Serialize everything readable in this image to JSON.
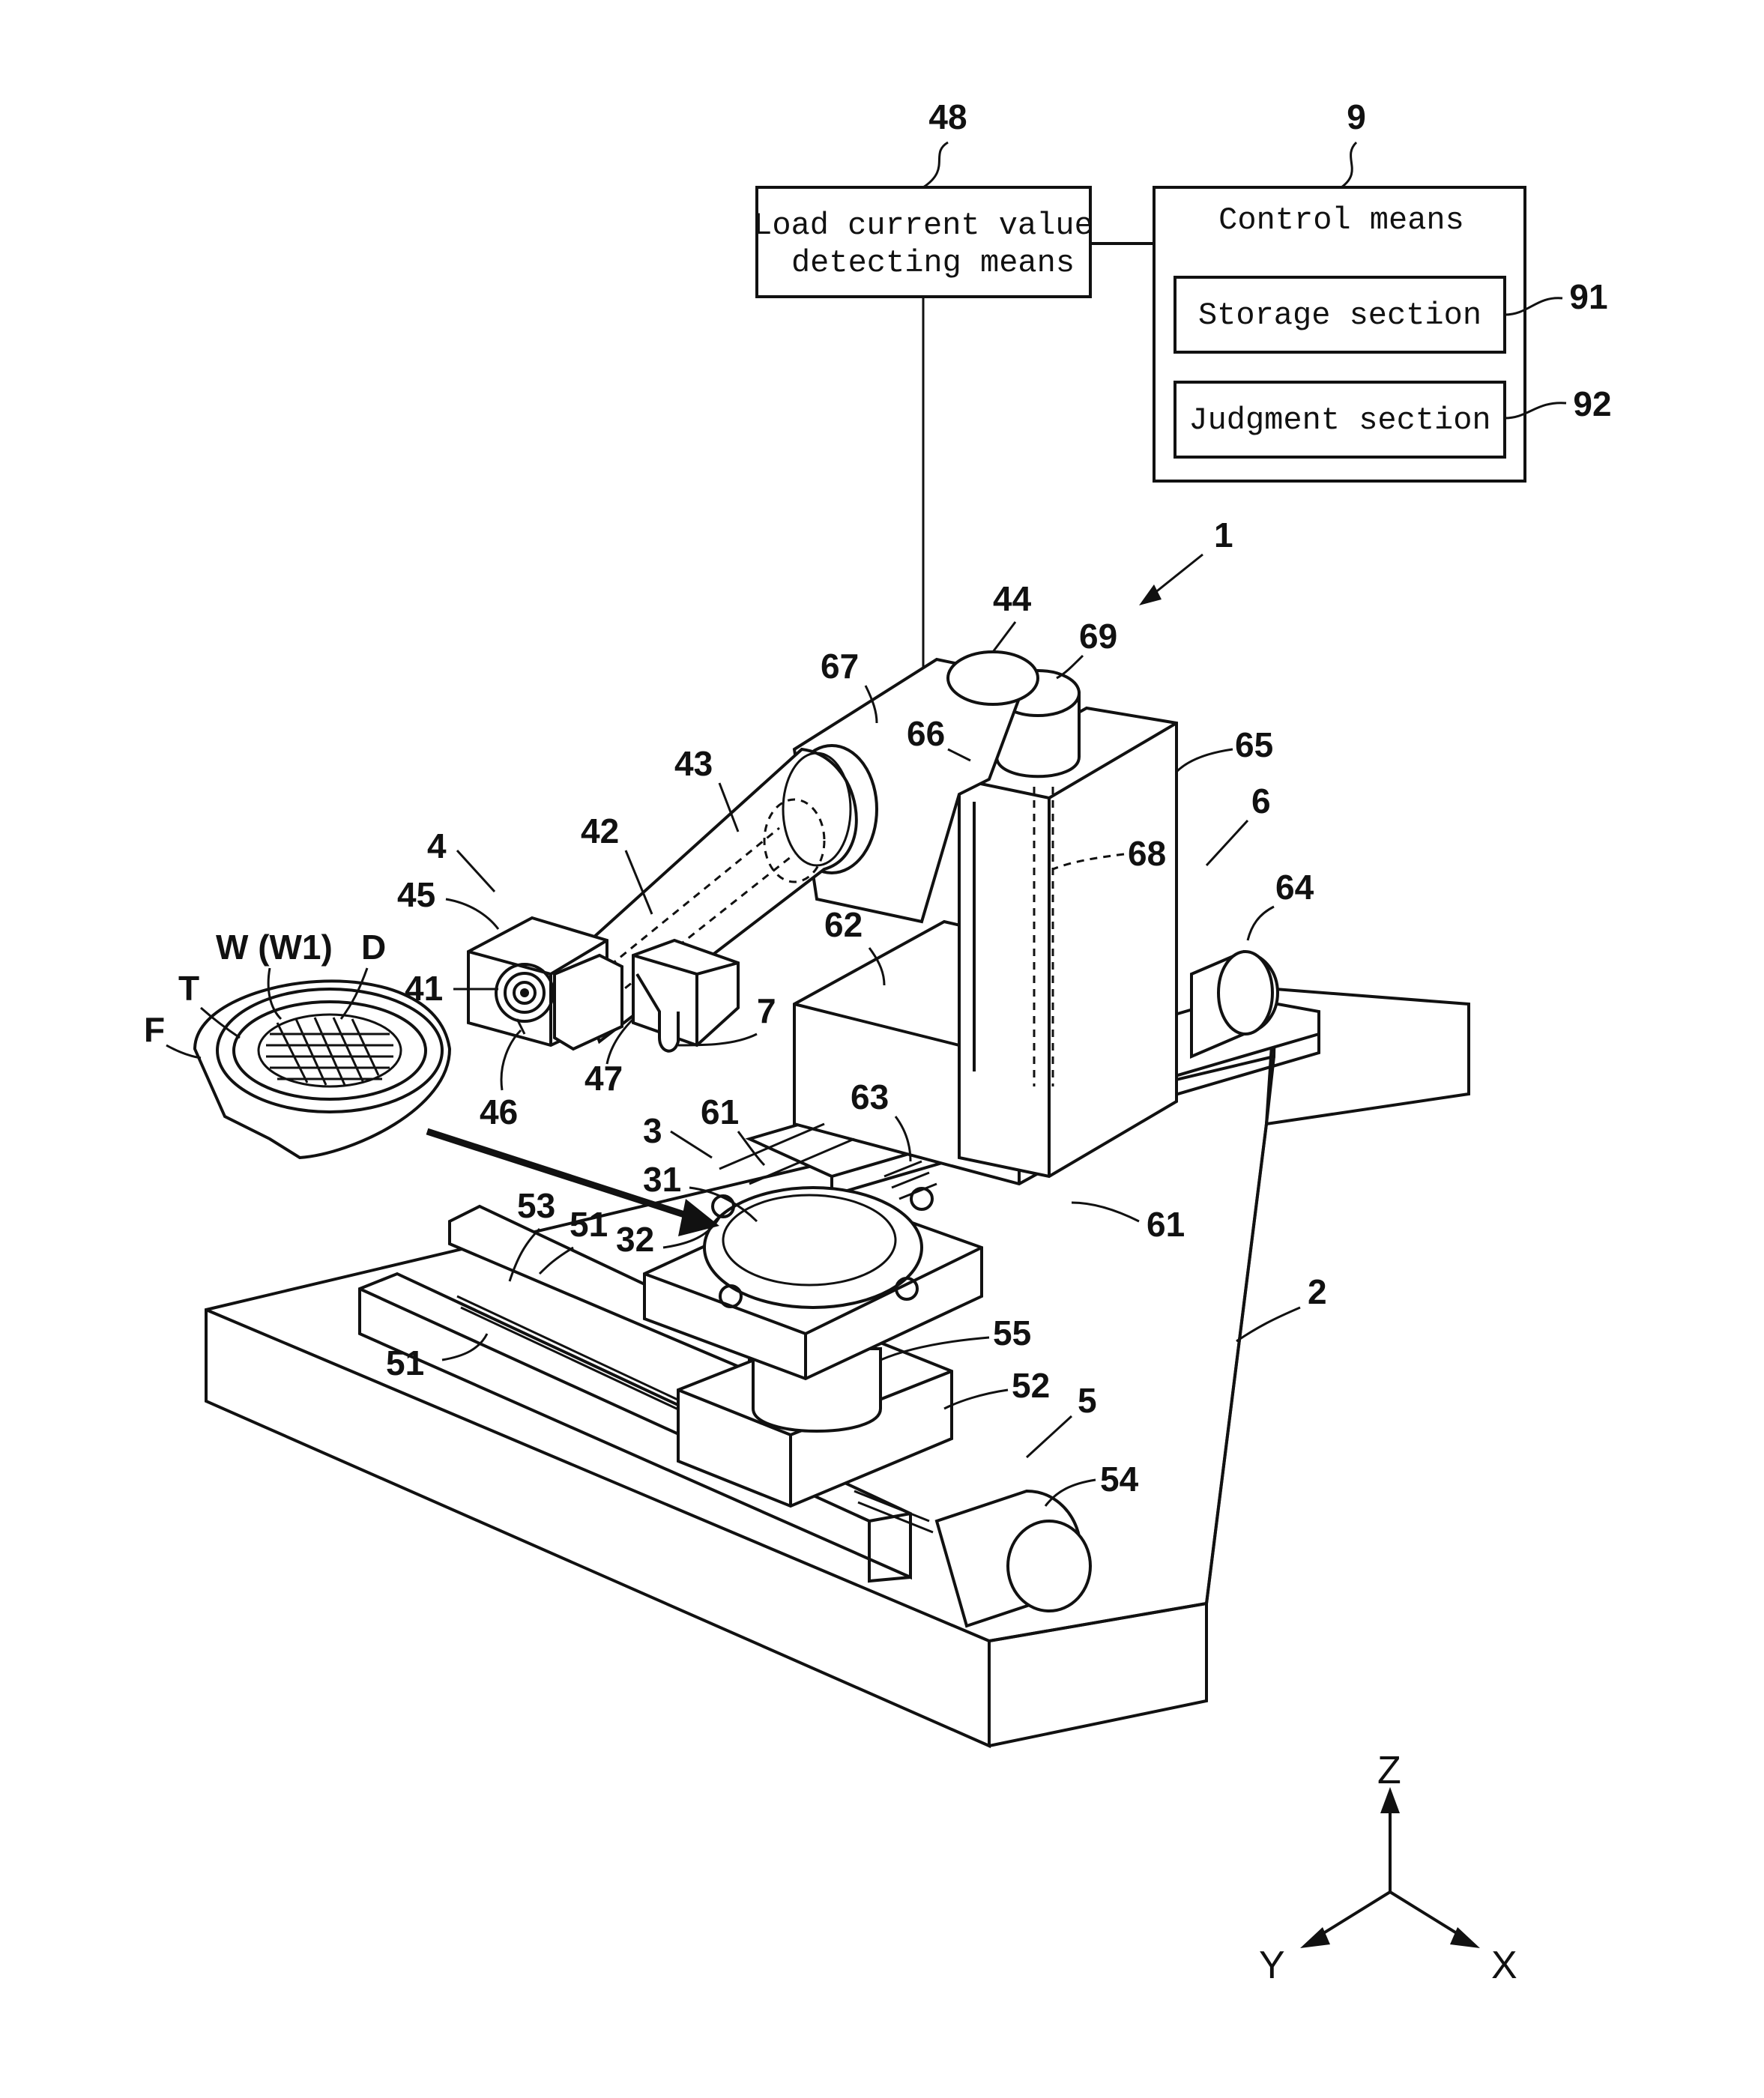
{
  "boxes": {
    "load_current": {
      "ref": "48",
      "line1": "Load current value",
      "line2": "detecting means"
    },
    "control": {
      "ref": "9",
      "title": "Control means"
    },
    "storage": {
      "ref": "91",
      "label": "Storage section"
    },
    "judgment": {
      "ref": "92",
      "label": "Judgment section"
    }
  },
  "refs": {
    "r1": "1",
    "r2": "2",
    "r3": "3",
    "r4": "4",
    "r5": "5",
    "r6": "6",
    "r7": "7",
    "r31": "31",
    "r32": "32",
    "r41": "41",
    "r42": "42",
    "r43": "43",
    "r44": "44",
    "r45": "45",
    "r46": "46",
    "r47": "47",
    "r51a": "51",
    "r51b": "51",
    "r52": "52",
    "r53": "53",
    "r54": "54",
    "r55": "55",
    "r61a": "61",
    "r61b": "61",
    "r62": "62",
    "r63": "63",
    "r64": "64",
    "r65": "65",
    "r66": "66",
    "r67": "67",
    "r68": "68",
    "r69": "69",
    "rW": "W (W1)",
    "rD": "D",
    "rT": "T",
    "rF": "F"
  },
  "axes": {
    "z": "Z",
    "y": "Y",
    "x": "X"
  }
}
